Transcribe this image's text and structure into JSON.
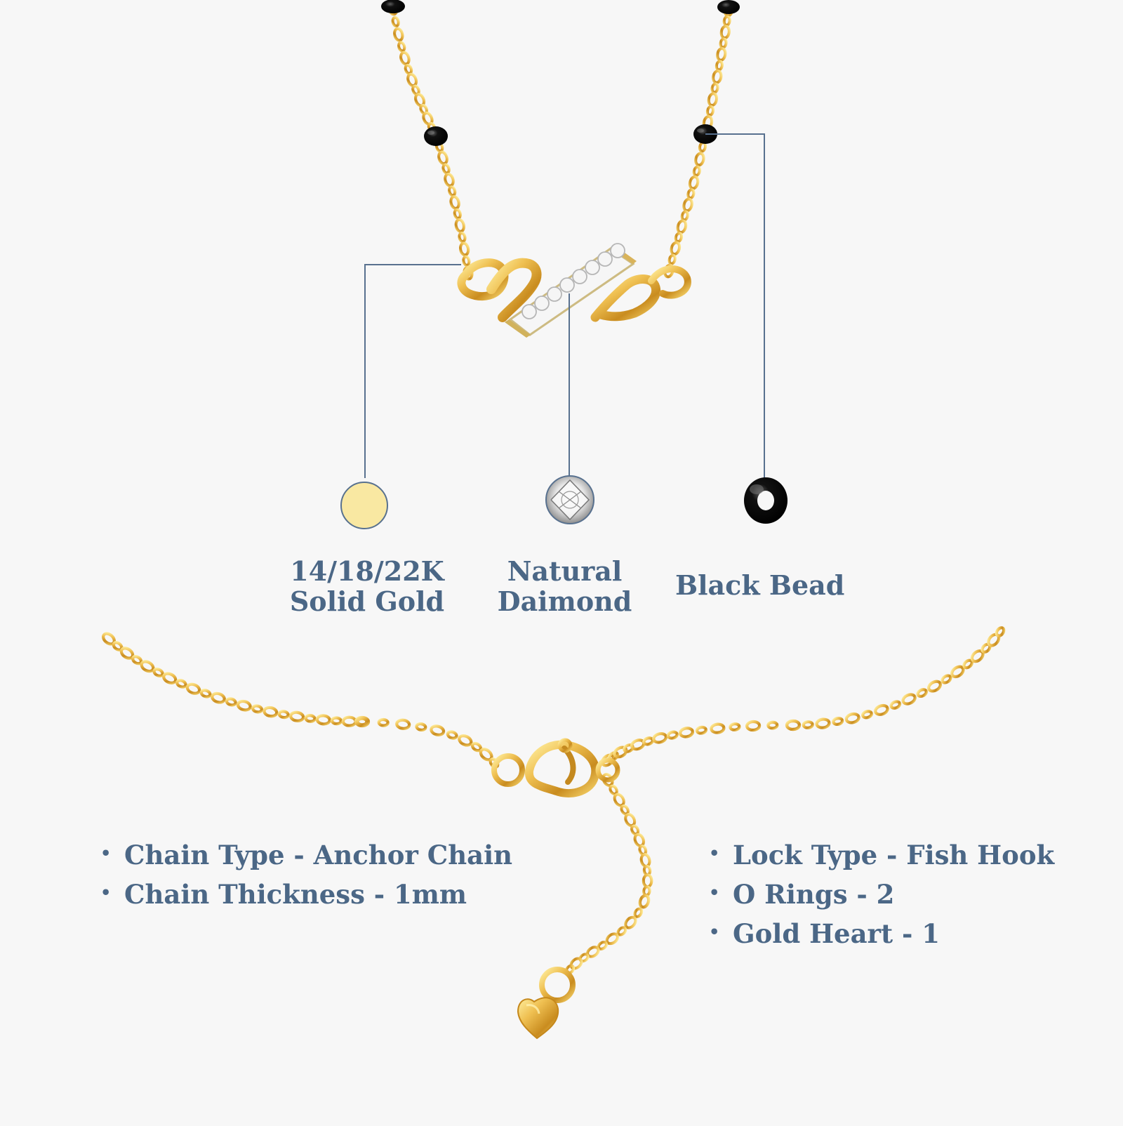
{
  "labels": {
    "gold_line_1": "14/18/22K",
    "gold_line_2": "Solid Gold",
    "diamond_line_1": "Natural",
    "diamond_line_2": "Daimond",
    "bead": "Black Bead"
  },
  "specs_left": [
    "Chain Type - Anchor Chain",
    "Chain Thickness - 1mm"
  ],
  "specs_right": [
    "Lock Type - Fish Hook",
    "O Rings - 2",
    "Gold Heart - 1"
  ],
  "colors": {
    "text": "#4b6786",
    "gold": "#d9a72e",
    "gold_light": "#f8e8a0",
    "bead": "#101010",
    "background": "#f7f7f7"
  },
  "icons": {
    "gold_swatch": "gold-swatch-icon",
    "diamond_swatch": "diamond-icon",
    "bead_swatch": "black-bead-icon",
    "clasp": "lobster-clasp-icon",
    "heart_charm": "heart-charm-icon"
  }
}
